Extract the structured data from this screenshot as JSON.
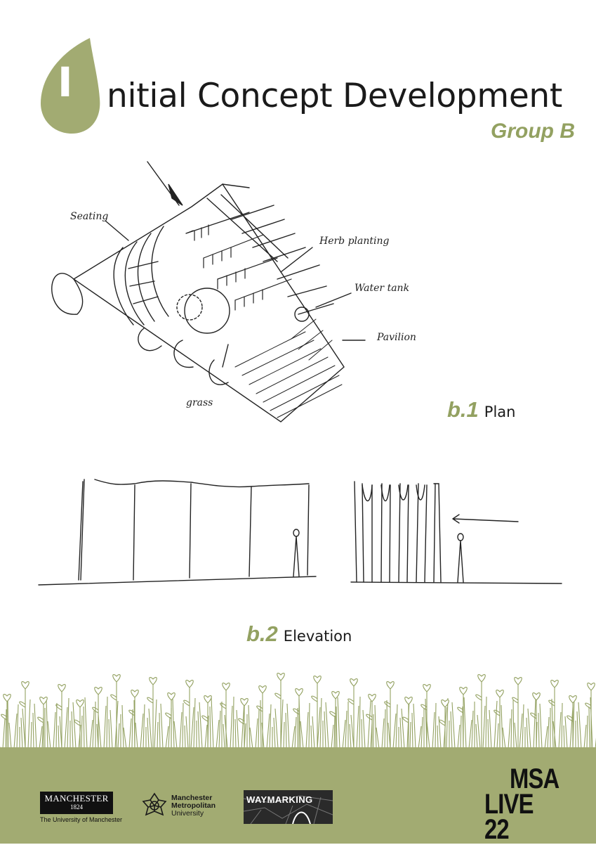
{
  "header": {
    "title_initial": "I",
    "title_rest": "nitial Concept Development",
    "subtitle": "Group B",
    "accent_color": "#93a161"
  },
  "plan": {
    "caption_number": "b.1",
    "caption_text": "Plan",
    "annotations": {
      "seating": "Seating",
      "herb_planting": "Herb planting",
      "water_tank": "Water tank",
      "pavilion": "Pavilion",
      "grass": "grass"
    }
  },
  "elevation": {
    "caption_number": "b.2",
    "caption_text": "Elevation"
  },
  "footer": {
    "band_color": "#a2ab72",
    "uom": {
      "name": "MANCHESTER",
      "year": "1824",
      "subtitle": "The University of Manchester"
    },
    "mmu": {
      "line1": "Manchester",
      "line2": "Metropolitan",
      "line3": "University"
    },
    "waymarking": "WAYMARKING",
    "msa": {
      "line1": "MSA",
      "line2": "LIVE 22"
    }
  }
}
